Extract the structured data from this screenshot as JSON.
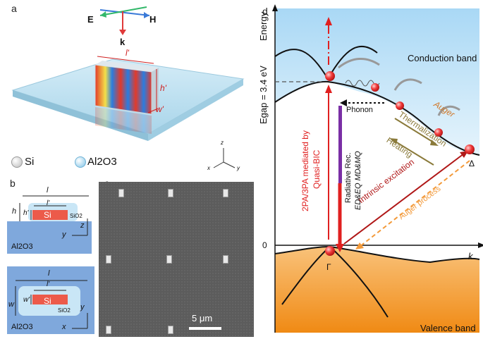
{
  "panel_a": {
    "letter": "a",
    "field_E": "E",
    "field_H": "H",
    "field_k": "k",
    "dim_l": "l'",
    "dim_h": "h'",
    "dim_w": "w'",
    "legend": [
      {
        "symbol": "circle-gray",
        "label": "Si"
      },
      {
        "symbol": "circle-blue",
        "label": "Al2O3"
      }
    ],
    "axes": {
      "z": "z",
      "x": "x",
      "y": "y"
    }
  },
  "panel_b": {
    "letter": "b",
    "top_view": {
      "l": "l",
      "h": "h",
      "lp": "l'",
      "hp": "h'",
      "si": "Si",
      "sio2": "SiO2",
      "substrate": "Al2O3",
      "axis1": "z",
      "axis2": "y"
    },
    "bottom_view": {
      "l": "l",
      "w": "w",
      "lp": "l'",
      "wp": "w'",
      "si": "Si",
      "sio2": "SiO2",
      "substrate": "Al2O3",
      "axis1": "y",
      "axis2": "x"
    }
  },
  "panel_c": {
    "letter": "c",
    "scale_bar": "5 μm"
  },
  "panel_d": {
    "letter": "d",
    "y_axis": "Energy",
    "x_axis": "k",
    "zero": "0",
    "egap": "Egap = 3.4 eV",
    "conduction_band": "Conduction band",
    "valence_band": "Valence band",
    "phonon": "Phonon",
    "auger": "Auger",
    "thermalization": "Thermalization",
    "heating": "Heating",
    "intrinsic_excitation": "Intrinsic excitation",
    "auger_process": "Auger process",
    "radiative_line1": "Radiative Rec.",
    "radiative_line2": "ED&EQ MD&MQ",
    "mediated_line1": "2PA/3PA mediated by",
    "mediated_line2": "Quasi-BIC",
    "gamma": "Γ",
    "delta": "Δ"
  },
  "colors": {
    "conduction": "#bfe3f7",
    "valence": "#f5a02c",
    "red_arrow": "#e02020",
    "purple": "#7a2fa5",
    "dark_red": "#b01818",
    "orange_dash": "#f39a3a",
    "thermal_text": "#8a7a3a"
  }
}
